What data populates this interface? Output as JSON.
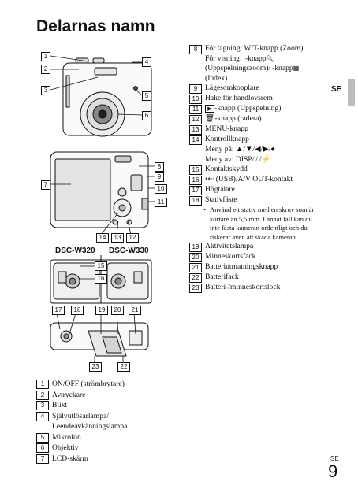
{
  "title": "Delarnas namn",
  "lang_tab": "SE",
  "page": {
    "lang": "SE",
    "number": "9"
  },
  "models": {
    "left": "DSC-W320",
    "right": "DSC-W330"
  },
  "callouts": {
    "c1": "1",
    "c2": "2",
    "c3": "3",
    "c4": "4",
    "c5": "5",
    "c6": "6",
    "c7": "7",
    "c8": "8",
    "c9": "9",
    "c10": "10",
    "c11": "11",
    "c12": "12",
    "c13": "13",
    "c14": "14",
    "c15": "15",
    "c16": "16",
    "c17": "17",
    "c18": "18",
    "c19": "19",
    "c20": "20",
    "c21": "21",
    "c22": "22",
    "c23": "23"
  },
  "right_items": {
    "i8_num": "8",
    "i8_l1": "För tagning: W/T-knapp (Zoom)",
    "i8_l2": "För visning:  -knapp",
    "i8_l3": "(Uppspelningszoom)/ -knapp",
    "i8_l4": "(Index)",
    "i9_num": "9",
    "i9": "Lägesomkopplare",
    "i10_num": "10",
    "i10": "Hake för handlovsrem",
    "i11_num": "11",
    "i11": "-knapp (Uppspelning)",
    "i12_num": "12",
    "i12": "-knapp (radera)",
    "i13_num": "13",
    "i13": "MENU-knapp",
    "i14_num": "14",
    "i14_l1": "Kontrollknapp",
    "i14_l2": "Meny på: ▲/▼/◀/▶/●",
    "i14_l3": "Meny av: DISP/ / /",
    "i15_num": "15",
    "i15": "Kontaktskydd",
    "i16_num": "16",
    "i16": " (USB)/A/V OUT-kontakt",
    "i17_num": "17",
    "i17": "Högtalare",
    "i18_num": "18",
    "i18": "Stativfäste",
    "i18_bullet": "•",
    "i18_note": "Använd ett stativ med en skruv som är kortare än 5,5 mm. I annat fall kan du inte fästa kameran ordentligt och du riskerar även att skada kameran.",
    "i19_num": "19",
    "i19": "Aktivitetslampa",
    "i20_num": "20",
    "i20": "Minneskortsfack",
    "i21_num": "21",
    "i21": "Batteriutmatningsknapp",
    "i22_num": "22",
    "i22": "Batterifack",
    "i23_num": "23",
    "i23": "Batteri-/minneskortslock"
  },
  "bottom_items": [
    {
      "num": "1",
      "label": "ON/OFF (strömbrytare)"
    },
    {
      "num": "2",
      "label": "Avtryckare"
    },
    {
      "num": "3",
      "label": "Blixt"
    },
    {
      "num": "4",
      "label": "Självutlösarlampa/"
    },
    {
      "num": "",
      "label": "Leendeavkänningslampa"
    },
    {
      "num": "5",
      "label": "Mikrofon"
    },
    {
      "num": "6",
      "label": "Objektiv"
    },
    {
      "num": "7",
      "label": "LCD-skärm"
    }
  ]
}
